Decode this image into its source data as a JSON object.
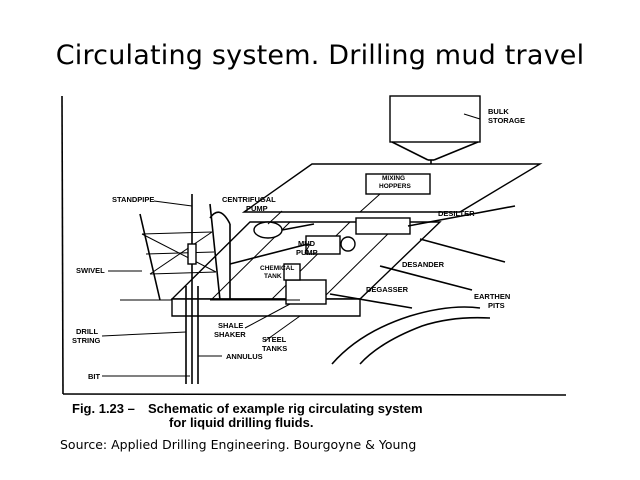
{
  "title": "Circulating system. Drilling mud travel",
  "labels": {
    "bulk_storage_1": "BULK",
    "bulk_storage_2": "STORAGE",
    "mixing_hoppers_1": "MIXING",
    "mixing_hoppers_2": "HOPPERS",
    "standpipe": "STANDPIPE",
    "centrifugal_pump_1": "CENTRIFUGAL",
    "centrifugal_pump_2": "PUMP",
    "desilter": "DESILTER",
    "mud_pump_1": "MUD",
    "mud_pump_2": "PUMP",
    "swivel": "SWIVEL",
    "chemical_tank_1": "CHEMICAL",
    "chemical_tank_2": "TANK",
    "desander": "DESANDER",
    "degasser": "DEGASSER",
    "earthen_pits_1": "EARTHEN",
    "earthen_pits_2": "PITS",
    "shale_shaker_1": "SHALE",
    "shale_shaker_2": "SHAKER",
    "drill_string_1": "DRILL",
    "drill_string_2": "STRING",
    "steel_tanks_1": "STEEL",
    "steel_tanks_2": "TANKS",
    "annulus": "ANNULUS",
    "bit": "BIT"
  },
  "caption": {
    "fig_label": "Fig.  1.23 –",
    "line1": "Schematic of example rig circulating system",
    "line2": "for liquid drilling fluids."
  },
  "source": "Source: Applied Drilling Engineering. Bourgoyne & Young"
}
